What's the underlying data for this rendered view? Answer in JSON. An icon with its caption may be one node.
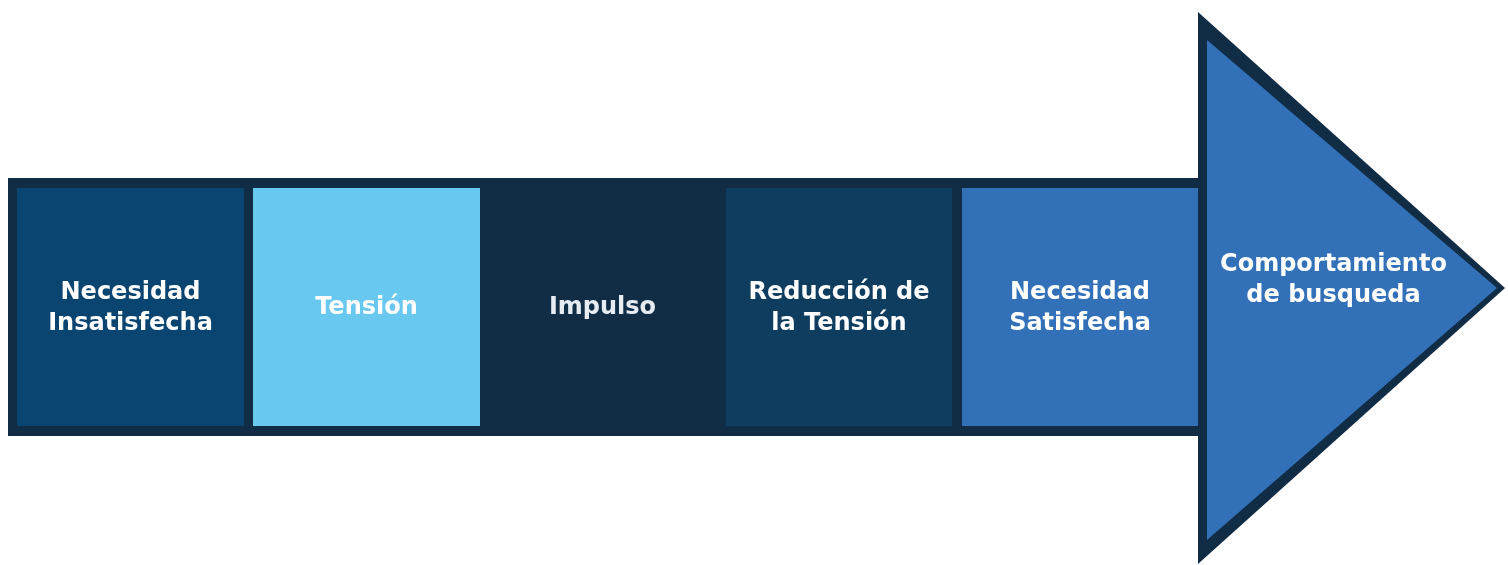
{
  "diagram": {
    "nodes": [
      {
        "text": [
          "Necesidad Insatisfecha"
        ]
      },
      {
        "text": [
          "Tensión"
        ]
      },
      {
        "text": [
          "Impulso"
        ]
      },
      {
        "text": [
          "Reducción de la Tensión"
        ]
      },
      {
        "text": [
          "Necesidad Satisfecha"
        ]
      },
      {
        "text": [
          "Comportamiento de busqueda"
        ]
      }
    ]
  }
}
